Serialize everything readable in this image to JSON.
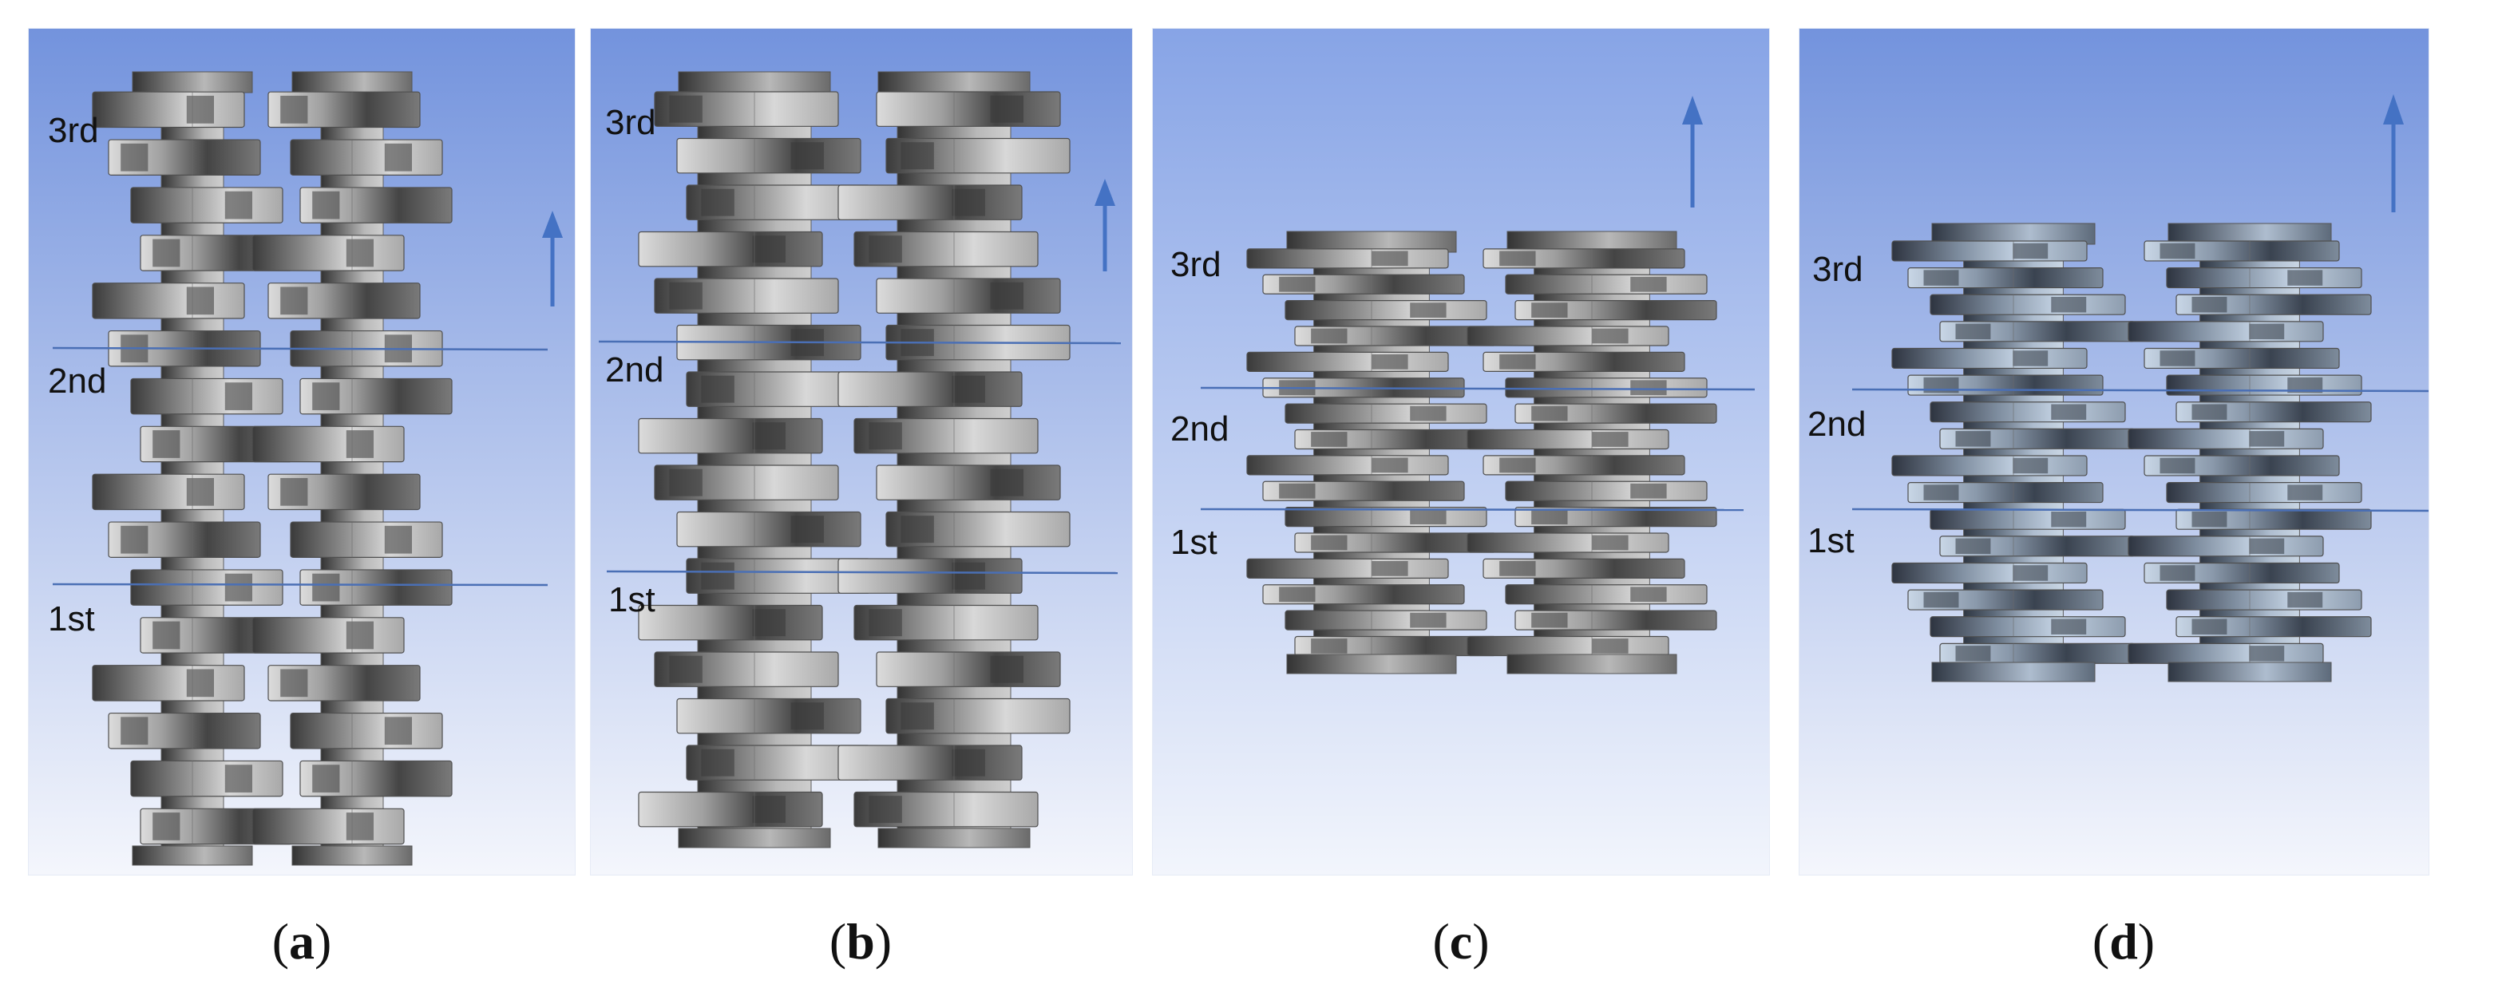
{
  "figure": {
    "panels": [
      {
        "id": "a",
        "caption_open": "(",
        "caption_letter": "a",
        "caption_close": ")",
        "stage_labels": [
          "3rd",
          "2nd",
          "1st"
        ],
        "style": "gray"
      },
      {
        "id": "b",
        "caption_open": "(",
        "caption_letter": "b",
        "caption_close": ")",
        "stage_labels": [
          "3rd",
          "2nd",
          "1st"
        ],
        "style": "gray"
      },
      {
        "id": "c",
        "caption_open": "(",
        "caption_letter": "c",
        "caption_close": ")",
        "stage_labels": [
          "3rd",
          "2nd",
          "1st"
        ],
        "style": "gray"
      },
      {
        "id": "d",
        "caption_open": "(",
        "caption_letter": "d",
        "caption_close": ")",
        "stage_labels": [
          "3rd",
          "2nd",
          "1st"
        ],
        "style": "steel"
      }
    ],
    "colors": {
      "background_top": "#7393dd",
      "background_bottom": "#f4f6fc",
      "arrow": "#4472c4",
      "divider_line": "#4a6fb5"
    }
  }
}
